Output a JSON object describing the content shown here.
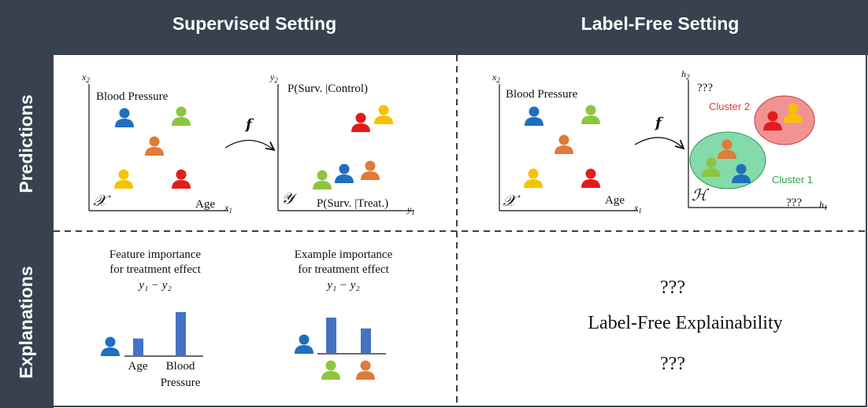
{
  "header": {
    "supervised_title": "Supervised Setting",
    "labelfree_title": "Label-Free Setting"
  },
  "rows": {
    "predictions_label": "Predictions",
    "explanations_label": "Explanations"
  },
  "colors": {
    "header_bg": "#374150",
    "person_blue": "#1f6fc0",
    "person_green": "#8cc63e",
    "person_orange": "#e07b39",
    "person_red": "#e31b1b",
    "person_yellow": "#f6c200",
    "bar_blue": "#4472c4",
    "cluster_red": "#f08080",
    "cluster_green": "#6fd49a",
    "cluster2_text": "#e53935",
    "cluster1_text": "#2eaa4a"
  },
  "panel_a": {
    "y_axis_label": "x",
    "y_axis_sub": "2",
    "x_axis_label": "x",
    "x_axis_sub": "1",
    "feature_y": "Blood Pressure",
    "feature_x": "Age",
    "space_symbol": "𝒳"
  },
  "arrow_label": "f",
  "panel_b": {
    "y_axis_label": "y",
    "y_axis_sub": "2",
    "x_axis_label": "y",
    "x_axis_sub": "1",
    "top_label": "P(Surv. |Control)",
    "bottom_label": "P(Surv. |Treat.)",
    "space_symbol": "𝒴"
  },
  "panel_c": {
    "y_axis_label": "x",
    "y_axis_sub": "2",
    "x_axis_label": "x",
    "x_axis_sub": "1",
    "feature_y": "Blood Pressure",
    "feature_x": "Age",
    "space_symbol": "𝒳"
  },
  "panel_d": {
    "y_axis_label": "h",
    "y_axis_sub": "2",
    "x_axis_label": "h",
    "x_axis_sub": "1",
    "y_unknown": "???",
    "x_unknown": "???",
    "cluster2_label": "Cluster 2",
    "cluster1_label": "Cluster 1",
    "space_symbol": "ℋ"
  },
  "explain_feature": {
    "title_line1": "Feature importance",
    "title_line2": "for treatment effect",
    "formula": "y₁ − y₂",
    "bar_label_1": "Age",
    "bar_label_2a": "Blood",
    "bar_label_2b": "Pressure",
    "bar_values": [
      0.4,
      1.0
    ]
  },
  "explain_example": {
    "title_line1": "Example importance",
    "title_line2": "for treatment effect",
    "formula": "y₁ − y₂",
    "bar_values": [
      1.0,
      0.7
    ]
  },
  "labelfree_explain": {
    "top_unknown": "???",
    "title": "Label-Free Explainability",
    "bottom_unknown": "???"
  }
}
